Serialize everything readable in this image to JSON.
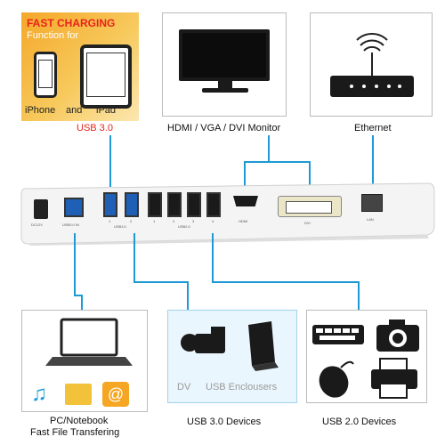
{
  "top_boxes": {
    "charging": {
      "title": "FAST CHARGING",
      "subtitle": "Function for",
      "label_left": "iPhone",
      "label_mid": "and",
      "label_right": "iPad",
      "caption": "USB 3.0"
    },
    "monitor": {
      "caption": "HDMI /  VGA /  DVI  Monitor"
    },
    "ethernet": {
      "caption": "Ethernet"
    }
  },
  "dock": {
    "port_labels": {
      "dc": "DC12V",
      "usb_in": "USB3.0 IN",
      "usb30_group": "USB3.0",
      "usb20_group": "USB2.0",
      "hdmi": "HDMI",
      "dvi": "DVI",
      "lan": "LAN"
    },
    "port_numbers": [
      "1",
      "2",
      "1",
      "2",
      "3",
      "4"
    ]
  },
  "bottom_boxes": {
    "pc": {
      "caption_line1": "PC/Notebook",
      "caption_line2": "Fast File Transfering"
    },
    "usb3": {
      "item_dv": "DV",
      "item_enc": "USB Enclousers",
      "caption": "USB 3.0 Devices"
    },
    "usb2": {
      "caption": "USB 2.0 Devices"
    }
  },
  "colors": {
    "accent_red": "#e8221b",
    "line_blue": "#1d9ad6",
    "orange_box": "#f4a82a"
  }
}
